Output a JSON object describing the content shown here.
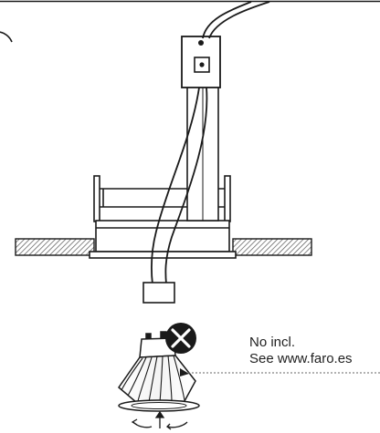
{
  "note": {
    "line1": "No incl.",
    "line2": "See www.faro.es"
  },
  "icons": {
    "step_marker": "step-circle",
    "not_included": "x-mark-circle",
    "rotation": "rotate-arrows"
  },
  "colors": {
    "ink": "#1a1a1a",
    "hatch": "#555555",
    "badge": "#1a1a1a",
    "leader": "#666666"
  }
}
